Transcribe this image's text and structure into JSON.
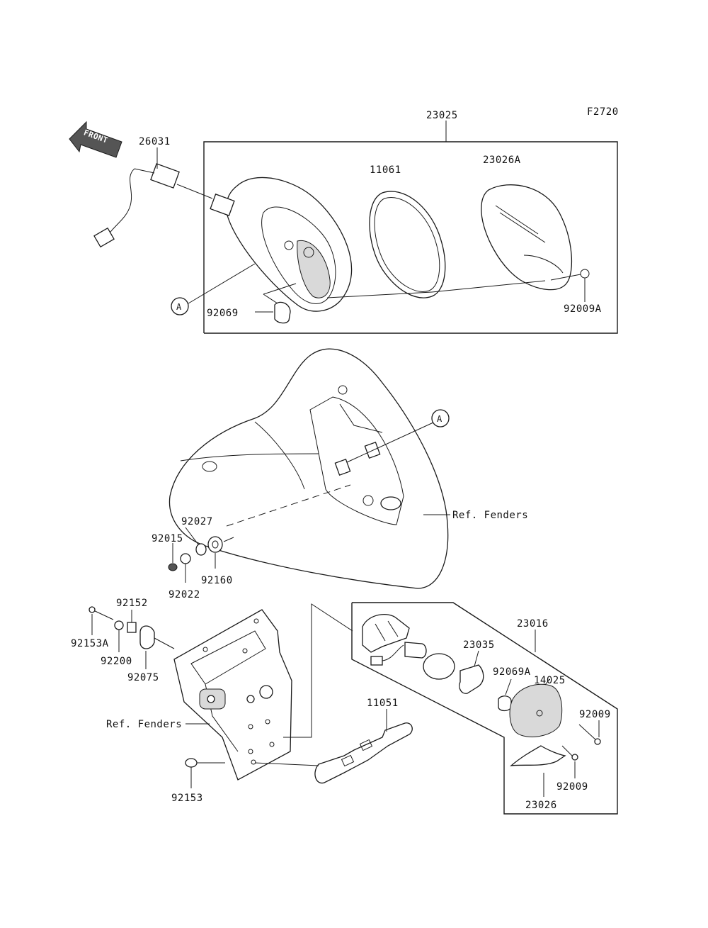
{
  "figure_code": "F2720",
  "front_arrow": {
    "label": "FRONT"
  },
  "callouts": {
    "A_upper": "A",
    "A_lower": "A"
  },
  "reference_labels": {
    "fenders_mid": "Ref. Fenders",
    "fenders_lower": "Ref. Fenders"
  },
  "parts": {
    "p23025": "23025",
    "p26031": "26031",
    "p11061": "11061",
    "p23026A": "23026A",
    "p92069": "92069",
    "p92009A": "92009A",
    "p92027": "92027",
    "p92015": "92015",
    "p92022": "92022",
    "p92160": "92160",
    "p92152": "92152",
    "p92153A": "92153A",
    "p92200": "92200",
    "p92075": "92075",
    "p23016": "23016",
    "p23035": "23035",
    "p92069A": "92069A",
    "p14025": "14025",
    "p92009_a": "92009",
    "p92009_b": "92009",
    "p11051": "11051",
    "p23026": "23026",
    "p92153": "92153"
  },
  "colors": {
    "line": "#1a1a1a",
    "background": "#ffffff",
    "shading": "#d9d9d9"
  }
}
